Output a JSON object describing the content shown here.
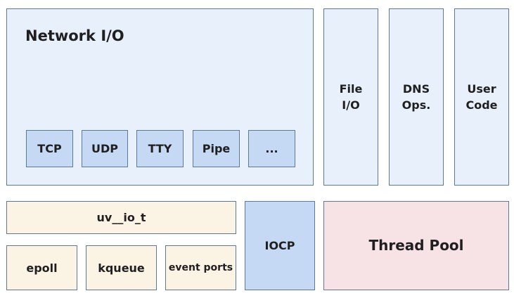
{
  "network_io": {
    "title": "Network I/O",
    "handles": [
      "TCP",
      "UDP",
      "TTY",
      "Pipe",
      "..."
    ]
  },
  "file_io": "File\nI/O",
  "dns_ops": "DNS\nOps.",
  "user_code": "User\nCode",
  "uv_io_t": "uv__io_t",
  "backends": [
    "epoll",
    "kqueue",
    "event ports"
  ],
  "iocp": "IOCP",
  "thread_pool": "Thread Pool",
  "colors": {
    "border": "#5b7a99",
    "light_blue": "#e8f0fb",
    "blue": "#c5d9f4",
    "cream": "#fbf3e4",
    "pink": "#f7e3e6"
  }
}
